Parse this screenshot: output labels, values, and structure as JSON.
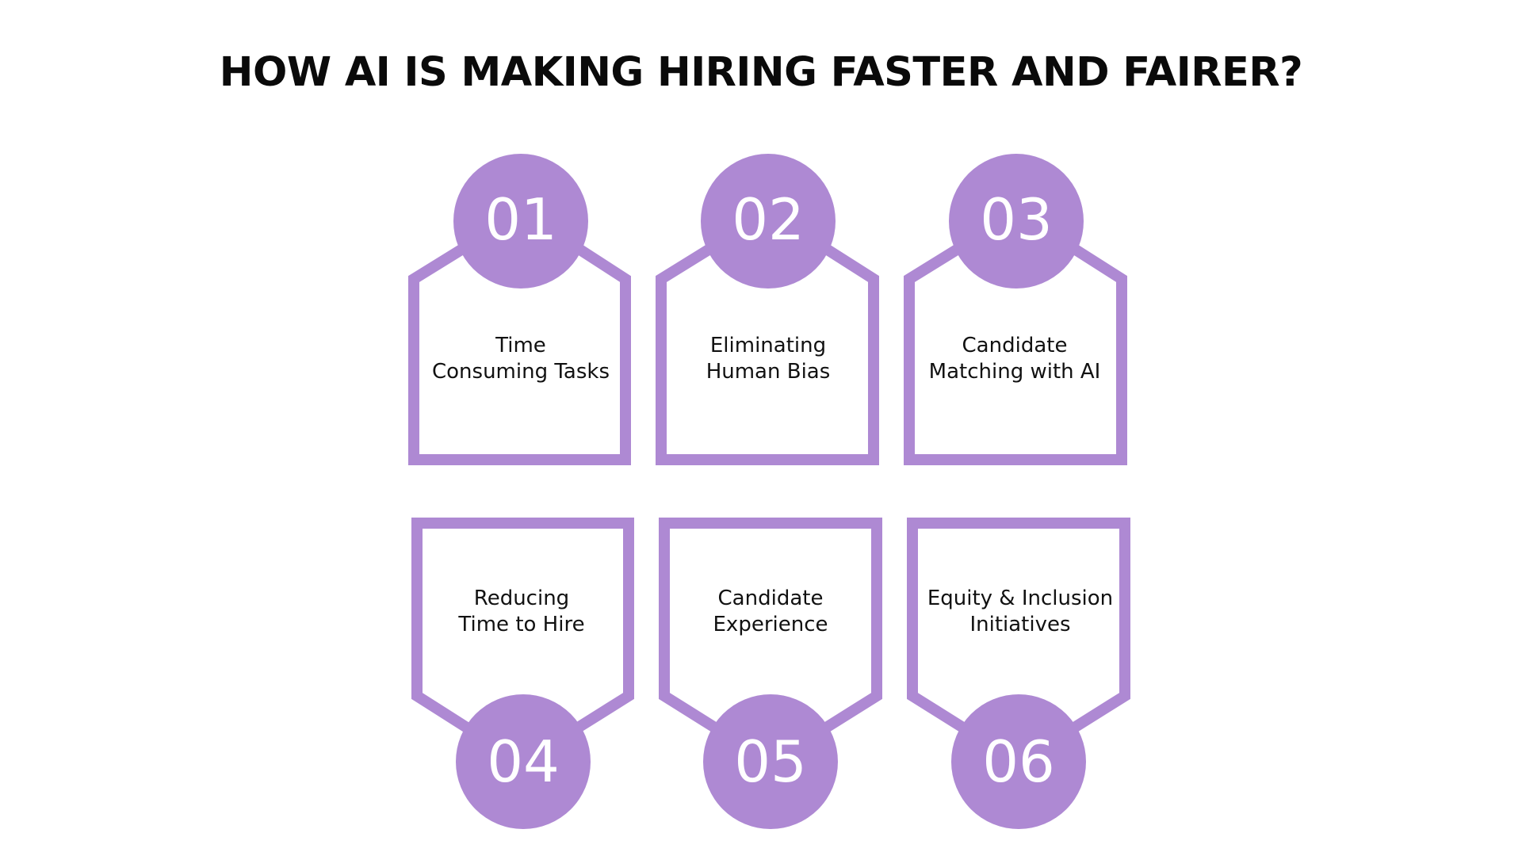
{
  "title": "HOW AI IS MAKING HIRING FASTER AND FAIRER?",
  "colors": {
    "accent": "#ae89d3",
    "text": "#111111",
    "background": "#ffffff"
  },
  "cards": [
    {
      "number": "01",
      "lines": [
        "Time",
        "Consuming Tasks"
      ]
    },
    {
      "number": "02",
      "lines": [
        "Eliminating",
        "Human Bias"
      ]
    },
    {
      "number": "03",
      "lines": [
        "Candidate",
        "Matching with AI"
      ]
    },
    {
      "number": "04",
      "lines": [
        "Reducing",
        "Time to Hire"
      ]
    },
    {
      "number": "05",
      "lines": [
        "Candidate",
        "Experience"
      ]
    },
    {
      "number": "06",
      "lines": [
        "Equity & Inclusion",
        "Initiatives"
      ]
    }
  ]
}
